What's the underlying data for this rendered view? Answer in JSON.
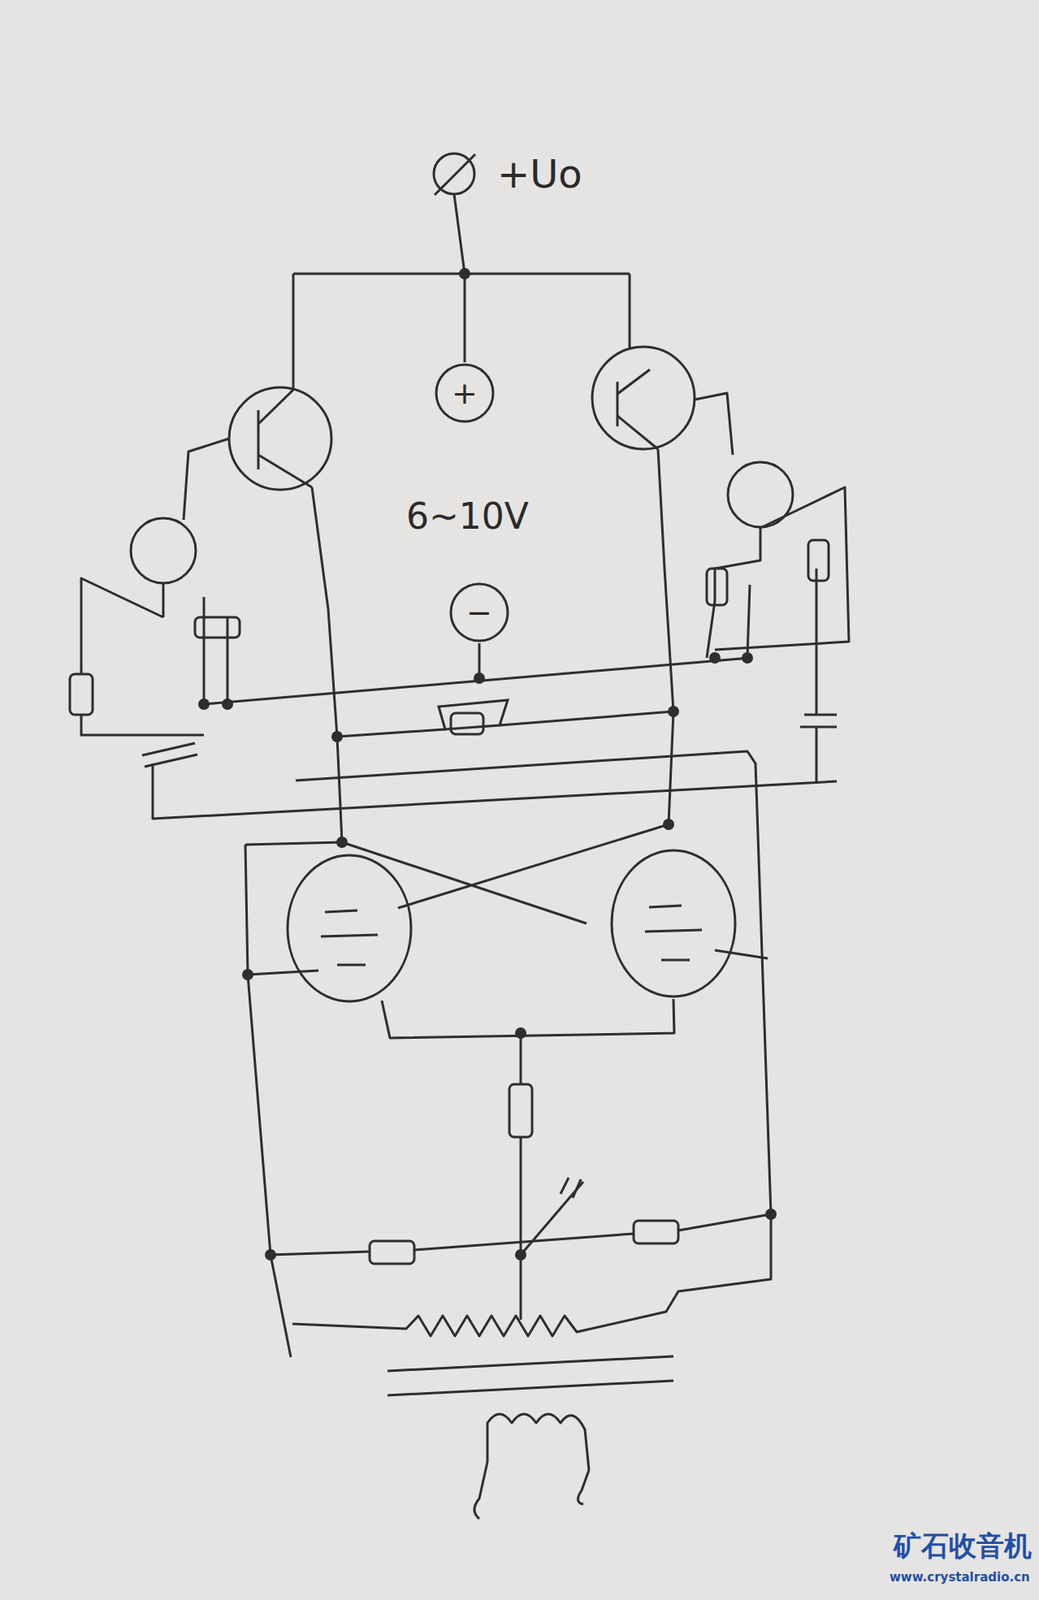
{
  "diagram": {
    "nodes": [
      {
        "text": [
          "+"
        ]
      },
      {
        "text": [
          "−"
        ]
      }
    ],
    "labels": [
      "+Uo",
      "6~10V",
      "矿石收音机",
      "www.crystalradio.cn"
    ]
  }
}
